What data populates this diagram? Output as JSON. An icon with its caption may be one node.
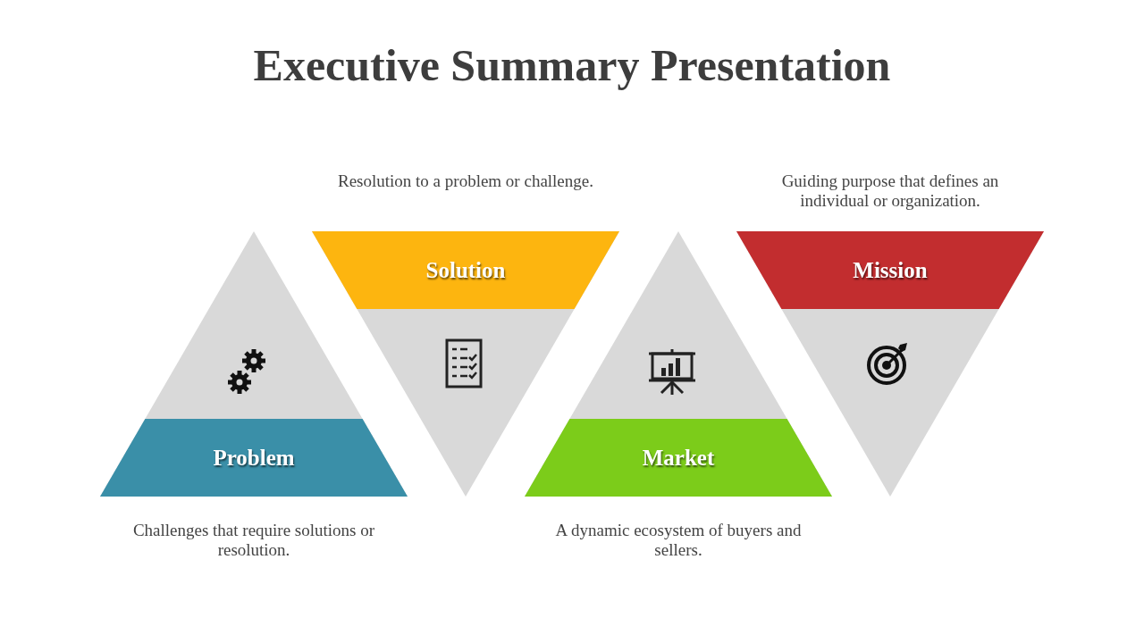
{
  "diagram": {
    "title": "Executive Summary Presentation",
    "nodes": [
      {
        "text": [
          "Problem"
        ],
        "beside": [
          "Challenges that require solutions or resolution."
        ]
      },
      {
        "text": [
          "Solution"
        ],
        "beside": [
          "Resolution to a problem or challenge."
        ]
      },
      {
        "text": [
          "Market"
        ],
        "beside": [
          "A dynamic ecosystem of buyers and sellers."
        ]
      },
      {
        "text": [
          "Mission"
        ],
        "beside": [
          "Guiding purpose that defines an individual or organization."
        ]
      }
    ],
    "edges": []
  }
}
